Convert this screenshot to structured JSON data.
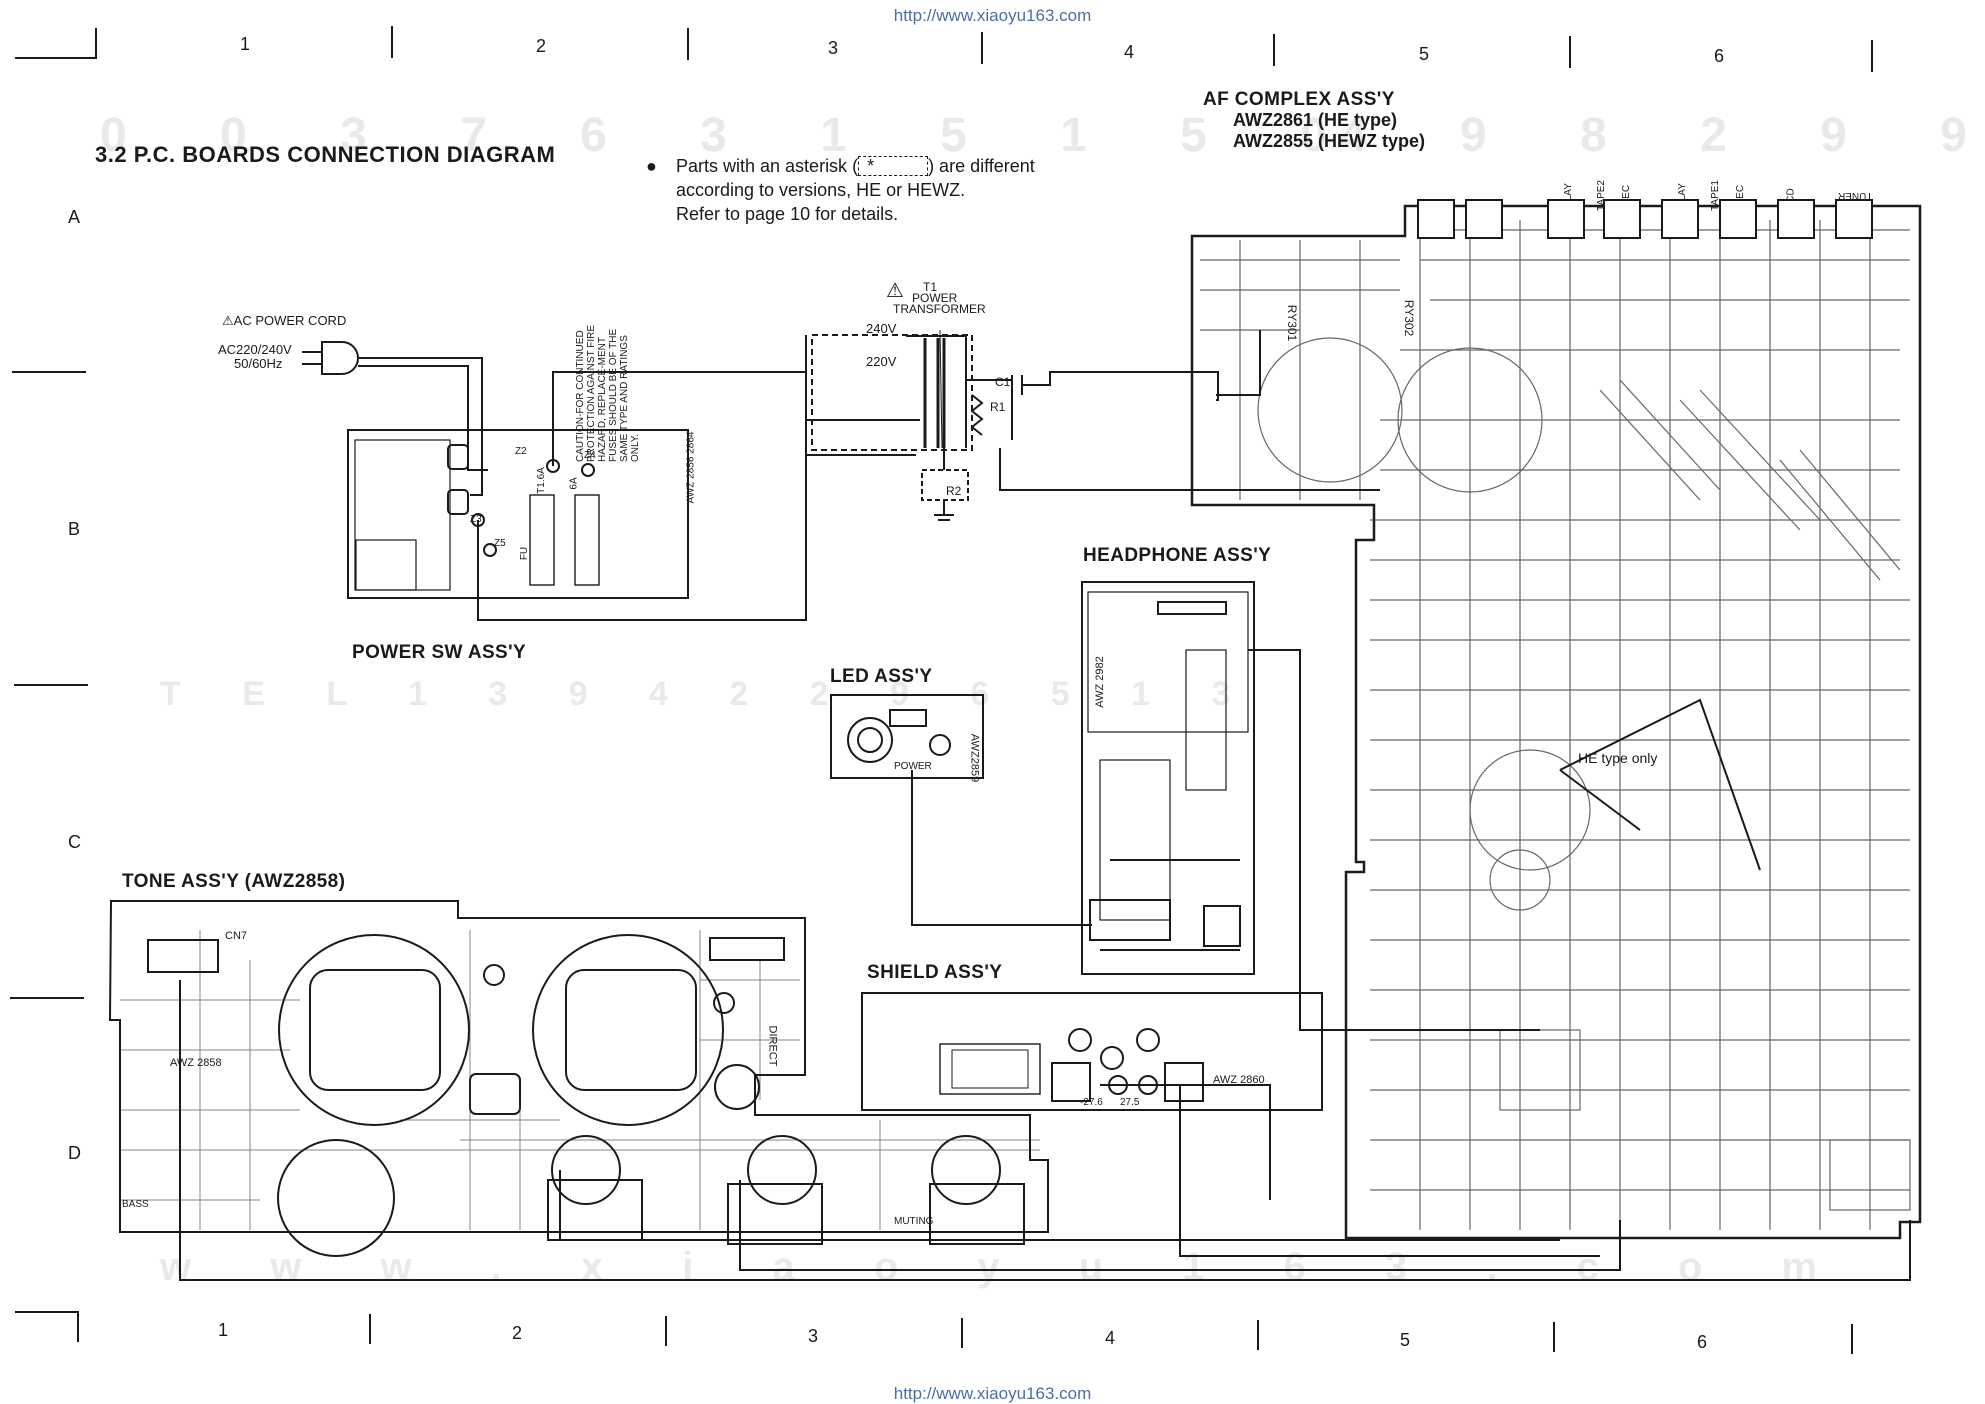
{
  "source_url": "http://www.xiaoyu163.com",
  "diagram": {
    "title": "3.2 P.C. BOARDS CONNECTION DIAGRAM",
    "note": {
      "line1_before": "Parts with an asterisk (",
      "asterisk": "*",
      "line1_after": ") are different",
      "line2": "according to versions, HE or HEWZ.",
      "line3": "Refer to page 10 for details."
    },
    "grid_columns": [
      "1",
      "2",
      "3",
      "4",
      "5",
      "6"
    ],
    "grid_rows": [
      "A",
      "B",
      "C",
      "D"
    ],
    "assemblies": {
      "af_complex": {
        "label": "AF COMPLEX ASS'Y",
        "part_he": "AWZ2861 (HE type)",
        "part_hewz": "AWZ2855 (HEWZ type)",
        "connectors": [
          "PLAY",
          "TAPE2",
          "REC",
          "PLAY",
          "TAPE1",
          "REC",
          "CD",
          "TUNER"
        ],
        "he_only": "HE type only",
        "relays": [
          "RY301",
          "RY302"
        ]
      },
      "power_sw": {
        "label": "POWER SW ASS'Y",
        "caution": "CAUTION-FOR CONTINUED PROTECTION AGAINST FIRE HAZARD, REPLACE-MENT FUSES SHOULD BE OF THE SAME TYPE AND RATINGS ONLY.",
        "fuse1": "T1.6A",
        "fuse2": "6A",
        "pcb": "AWZ 2856 2864",
        "pins": [
          "Z2",
          "Z4",
          "Z3",
          "Z5"
        ],
        "fuse_label": "FU"
      },
      "headphone": {
        "label": "HEADPHONE ASS'Y",
        "pcb": "AWZ 2982"
      },
      "led": {
        "label": "LED ASS'Y",
        "pcb": "AWZ2859",
        "text": "POWER"
      },
      "tone": {
        "label": "TONE ASS'Y (AWZ2858)",
        "cn": "CN7",
        "pcb": "AWZ 2858",
        "bass": "BASS",
        "muting": "MUTING",
        "direct": "DIRECT"
      },
      "shield": {
        "label": "SHIELD ASS'Y",
        "pcb": "AWZ 2860",
        "v1": "-27.6",
        "v2": "27.5"
      }
    },
    "ac_cord": {
      "label": "AC POWER CORD",
      "voltage": "AC220/240V",
      "freq": "50/60Hz"
    },
    "transformer": {
      "label1": "T1",
      "label2": "POWER",
      "label3": "TRANSFORMER",
      "tap_240": "240V",
      "tap_220": "220V",
      "cap": "C1",
      "r1": "R1",
      "r2": "R2"
    }
  },
  "watermarks": {
    "top": "0 0 3 7 6 3 1 5 1 5 0",
    "top_right": "4 9 8 2 9 9",
    "mid": "T E L   1 3 9 4 2 2 9 6 5 1 3",
    "bottom": "w w w . x i a o y u 1 6 3 . c o m"
  },
  "colors": {
    "ink": "#1a1a1a",
    "url": "#4a6ea8",
    "watermark": "#e9e9e9"
  }
}
